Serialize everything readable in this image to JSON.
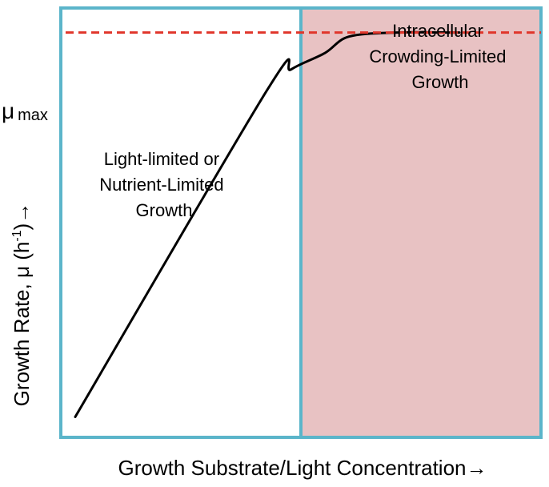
{
  "chart_data": {
    "type": "line",
    "xlabel": "Growth Substrate/Light Concentration→",
    "ylabel": {
      "main": "Growth Rate, μ (h",
      "superscript": "-1",
      "tail": ")→"
    },
    "mu_max_label": {
      "symbol": "μ",
      "subscript": "max"
    },
    "regions": [
      {
        "name": "left",
        "label_lines": [
          "Light-limited or",
          "Nutrient-Limited",
          "Growth"
        ],
        "x_range": [
          0,
          0.5
        ]
      },
      {
        "name": "right",
        "label_lines": [
          "Intracellular",
          "Crowding-Limited",
          "Growth"
        ],
        "x_range": [
          0.5,
          1.0
        ]
      }
    ],
    "series": [
      {
        "x": [
          0.03,
          0.43,
          0.48,
          0.55,
          0.6,
          0.7,
          0.8,
          0.83
        ],
        "y": [
          0.05,
          0.85,
          0.9,
          0.94,
          0.98,
          0.99,
          0.99,
          0.99
        ]
      }
    ],
    "mu_max": 0.99,
    "xlim": [
      0,
      1
    ],
    "ylim": [
      0,
      1.05
    ],
    "colors": {
      "frame": "#5BB5CA",
      "shade": "#E8C2C3",
      "curve": "#000000",
      "mu_max_line": "#E0362B"
    }
  }
}
